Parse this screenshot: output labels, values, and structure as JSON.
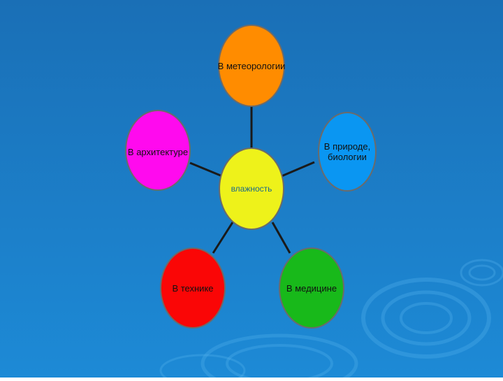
{
  "diagram": {
    "center": {
      "label": "влажность",
      "color": "#eef21a"
    },
    "nodes": [
      {
        "id": "meteorology",
        "label": "В метеорологии",
        "color": "#ff8c00"
      },
      {
        "id": "nature",
        "label": "В природе,\nбиологии",
        "color": "#0a96f2"
      },
      {
        "id": "medicine",
        "label": "В медицине",
        "color": "#18b91a"
      },
      {
        "id": "technology",
        "label": "В технике",
        "color": "#fa0606"
      },
      {
        "id": "architecture",
        "label": "В архитектуре",
        "color": "#ff0aee"
      }
    ]
  },
  "colors": {
    "background_top": "#1a6fb6",
    "background_bottom": "#1d8ad6",
    "connector": "#1a1a1a",
    "outline": "#6b6b6b"
  }
}
